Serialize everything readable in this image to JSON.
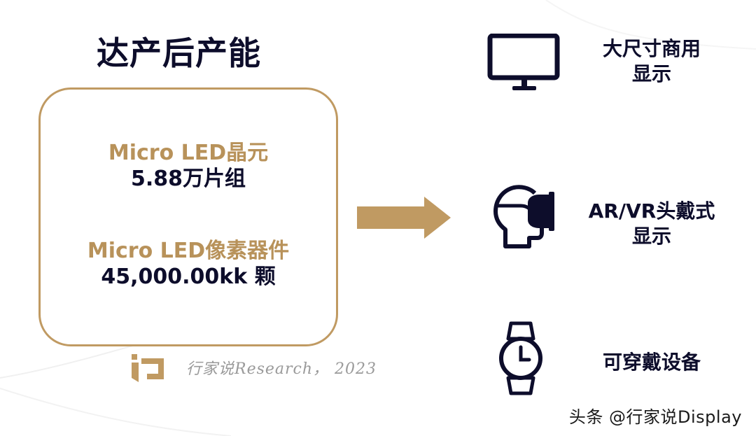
{
  "title": "达产后产能",
  "capacity": {
    "wafer": {
      "label": "Micro LED晶元",
      "value": "5.88万片组"
    },
    "pixel_device": {
      "label": "Micro LED像素器件",
      "value": "45,000.00kk 颗"
    }
  },
  "watermark": {
    "text": "行家说Research， 2023"
  },
  "applications": [
    {
      "label": "大尺寸商用显示",
      "line1": "大尺寸商用",
      "line2": "显示",
      "icon": "monitor-icon"
    },
    {
      "label": "AR/VR头戴式显示",
      "line1": "AR/VR头戴式",
      "line2": "显示",
      "icon": "vr-headset-icon"
    },
    {
      "label": "可穿戴设备",
      "line1": "可穿戴设备",
      "icon": "smartwatch-icon"
    }
  ],
  "footer": {
    "text": "头条 @行家说Display"
  },
  "colors": {
    "gold": "#c09a62",
    "navy": "#0d0d2b",
    "watermark_gray": "#9a9a9a"
  }
}
